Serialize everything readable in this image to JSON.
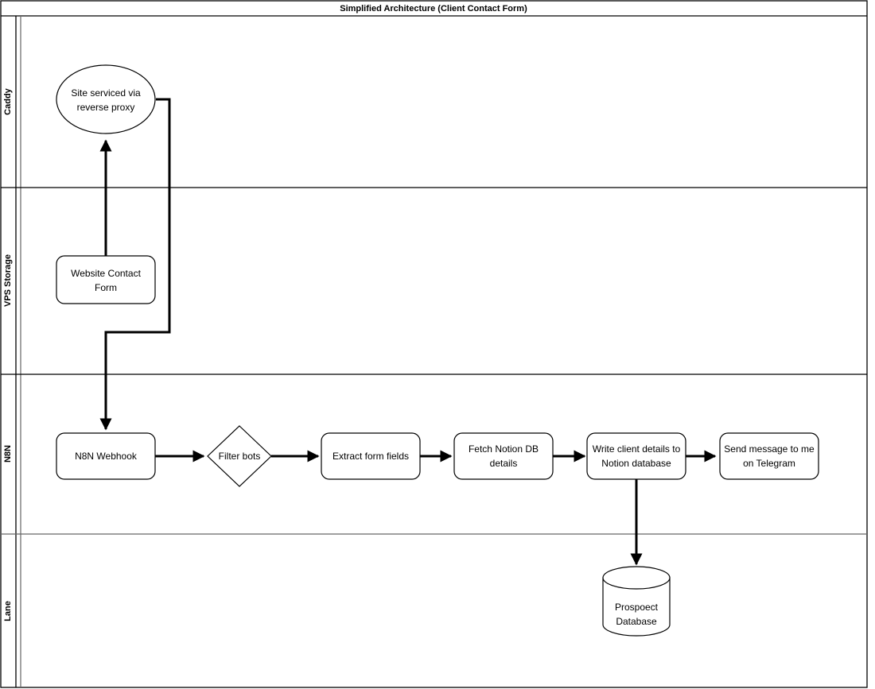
{
  "diagram": {
    "title": "Simplified Architecture (Client Contact Form)",
    "type": "bpmn-pool-lanes-flowchart",
    "lanes": [
      {
        "id": "caddy",
        "label": "Caddy"
      },
      {
        "id": "vps-storage",
        "label": "VPS Storage"
      },
      {
        "id": "n8n",
        "label": "N8N"
      },
      {
        "id": "lane",
        "label": "Lane"
      }
    ],
    "nodes": [
      {
        "id": "site-reverse-proxy",
        "shape": "ellipse",
        "lane": "caddy",
        "label_line1": "Site serviced via",
        "label_line2": "reverse proxy"
      },
      {
        "id": "website-contact-form",
        "shape": "rounded-rect",
        "lane": "vps-storage",
        "label_line1": "Website Contact",
        "label_line2": "Form"
      },
      {
        "id": "n8n-webhook",
        "shape": "rounded-rect",
        "lane": "n8n",
        "label_line1": "N8N Webhook",
        "label_line2": ""
      },
      {
        "id": "filter-bots",
        "shape": "diamond",
        "lane": "n8n",
        "label_line1": "Filter bots",
        "label_line2": ""
      },
      {
        "id": "extract-form-fields",
        "shape": "rounded-rect",
        "lane": "n8n",
        "label_line1": "Extract form fields",
        "label_line2": ""
      },
      {
        "id": "fetch-notion-db-details",
        "shape": "rounded-rect",
        "lane": "n8n",
        "label_line1": "Fetch Notion DB",
        "label_line2": "details"
      },
      {
        "id": "write-client-details",
        "shape": "rounded-rect",
        "lane": "n8n",
        "label_line1": "Write client details to",
        "label_line2": "Notion database"
      },
      {
        "id": "send-telegram-message",
        "shape": "rounded-rect",
        "lane": "n8n",
        "label_line1": "Send message to me",
        "label_line2": "on Telegram"
      },
      {
        "id": "prospect-database",
        "shape": "cylinder",
        "lane": "lane",
        "label_line1": "Prospoect",
        "label_line2": "Database"
      }
    ],
    "edges": [
      {
        "id": "form-to-proxy",
        "from": "website-contact-form",
        "to": "site-reverse-proxy"
      },
      {
        "id": "proxy-to-webhook",
        "from": "site-reverse-proxy",
        "to": "n8n-webhook"
      },
      {
        "id": "webhook-to-filter",
        "from": "n8n-webhook",
        "to": "filter-bots"
      },
      {
        "id": "filter-to-extract",
        "from": "filter-bots",
        "to": "extract-form-fields"
      },
      {
        "id": "extract-to-fetch",
        "from": "extract-form-fields",
        "to": "fetch-notion-db-details"
      },
      {
        "id": "fetch-to-write",
        "from": "fetch-notion-db-details",
        "to": "write-client-details"
      },
      {
        "id": "write-to-telegram",
        "from": "write-client-details",
        "to": "send-telegram-message"
      },
      {
        "id": "write-to-database",
        "from": "write-client-details",
        "to": "prospect-database"
      }
    ],
    "colors": {
      "shape_stroke": "#000000",
      "shape_fill": "#ffffff",
      "edge_stroke": "#000000",
      "lane_divider": "#666666",
      "background": "#ffffff"
    }
  }
}
